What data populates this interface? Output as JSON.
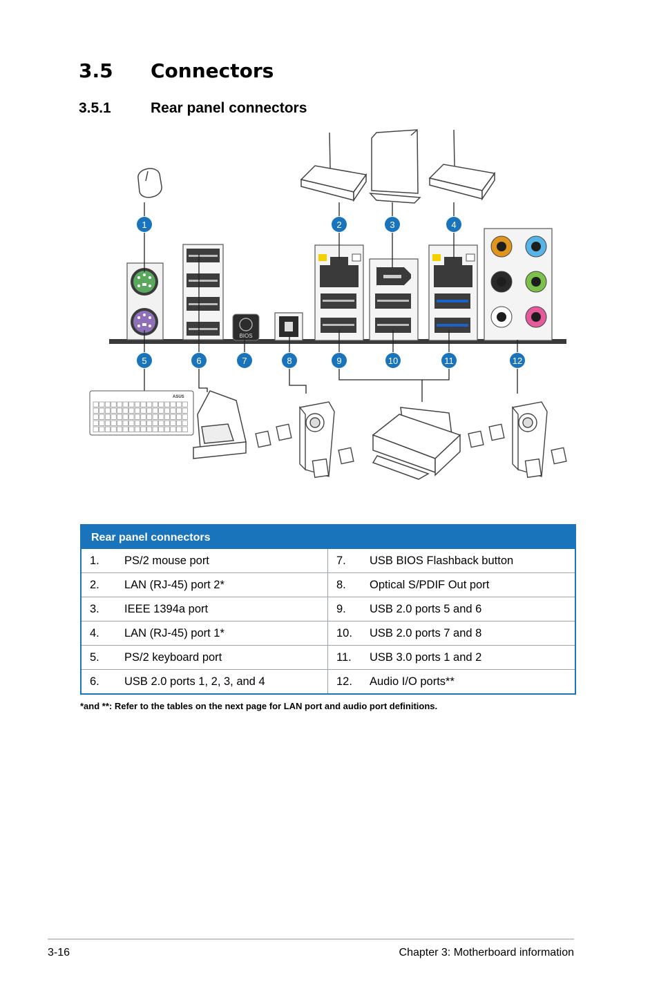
{
  "section": {
    "number": "3.5",
    "title": "Connectors"
  },
  "subsection": {
    "number": "3.5.1",
    "title": "Rear panel connectors"
  },
  "diagram": {
    "callouts": [
      "1",
      "2",
      "3",
      "4",
      "5",
      "6",
      "7",
      "8",
      "9",
      "10",
      "11",
      "12"
    ],
    "bios_label": "BIOS",
    "keyboard_brand": "ASUS",
    "colors": {
      "callout": "#1a74bb",
      "ps2_mouse": "#5aa85e",
      "ps2_keyboard": "#8f6fb8",
      "lan_led": "#f4d000",
      "usb3": "#1b62c9",
      "audio": [
        "#e0961e",
        "#58b4e6",
        "#2a2a2a",
        "#7dc04a",
        "#ffffff",
        "#e45a9a"
      ]
    }
  },
  "table": {
    "header": "Rear panel connectors",
    "rows": [
      {
        "left_num": "1.",
        "left_text": "PS/2 mouse port",
        "right_num": "7.",
        "right_text": "USB BIOS Flashback button"
      },
      {
        "left_num": "2.",
        "left_text": "LAN (RJ-45) port 2*",
        "right_num": "8.",
        "right_text": "Optical S/PDIF Out port"
      },
      {
        "left_num": "3.",
        "left_text": "IEEE 1394a port",
        "right_num": "9.",
        "right_text": "USB 2.0 ports 5 and 6"
      },
      {
        "left_num": "4.",
        "left_text": "LAN (RJ-45) port 1*",
        "right_num": "10.",
        "right_text": "USB 2.0 ports 7 and 8"
      },
      {
        "left_num": "5.",
        "left_text": "PS/2 keyboard port",
        "right_num": "11.",
        "right_text": "USB 3.0 ports 1 and 2"
      },
      {
        "left_num": "6.",
        "left_text": "USB 2.0 ports 1, 2, 3, and 4",
        "right_num": "12.",
        "right_text": "Audio I/O ports**"
      }
    ]
  },
  "footnote": "*and **: Refer to the tables on the next page for LAN port and audio port definitions.",
  "footer": {
    "page_number": "3-16",
    "chapter": "Chapter 3: Motherboard information"
  }
}
